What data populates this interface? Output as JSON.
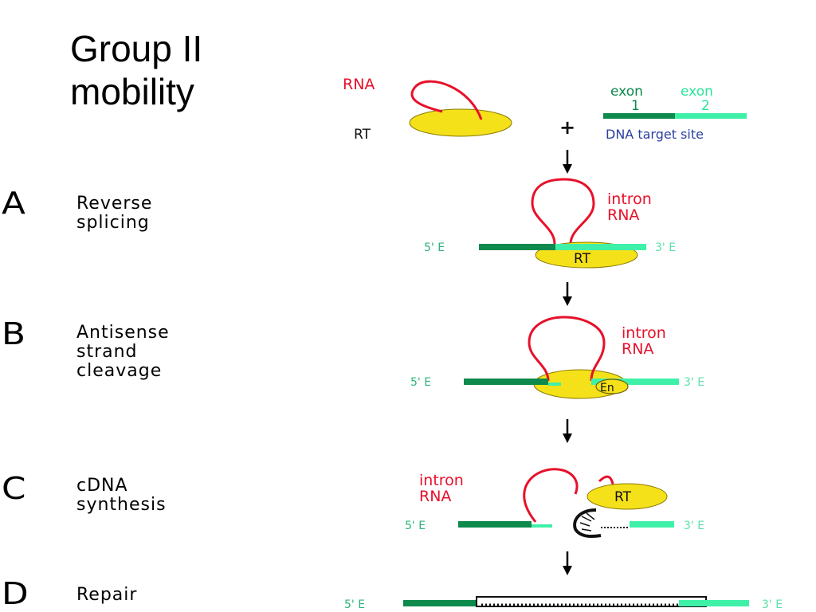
{
  "title": {
    "line1": "Group II",
    "line2": "mobility"
  },
  "steps": [
    {
      "letter": "A",
      "lines": [
        "Reverse",
        "splicing"
      ]
    },
    {
      "letter": "B",
      "lines": [
        "Antisense",
        "strand",
        "cleavage"
      ]
    },
    {
      "letter": "C",
      "lines": [
        "cDNA",
        "synthesis"
      ]
    },
    {
      "letter": "D",
      "lines": [
        "Repair"
      ]
    }
  ],
  "diagram": {
    "rna_label": "RNA",
    "rt_label": "RT",
    "plus": "+",
    "exon1_label": "exon",
    "exon1_num": "1",
    "exon2_label": "exon",
    "exon2_num": "2",
    "target_label": "DNA target site",
    "intron_label_line1": "intron",
    "intron_label_line2": "RNA",
    "five_prime_end": "5' E",
    "three_prime_end": "3' E",
    "rt_in_complex": "RT",
    "en_label": "En"
  },
  "colors": {
    "rna_red": "#e8102a",
    "rt_yellow": "#f5e11a",
    "exon1_dark_green": "#0d8a4c",
    "exon2_light_green": "#3ff0a8",
    "target_blue": "#2a3fa0"
  }
}
